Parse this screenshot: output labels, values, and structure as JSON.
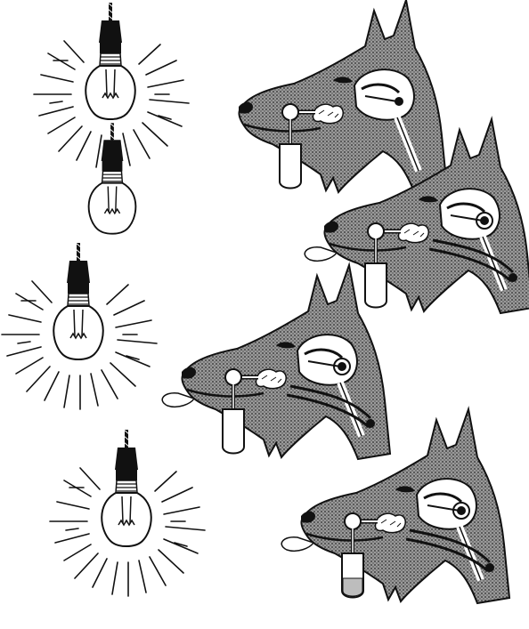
{
  "illustration": {
    "colors": {
      "ink": "#111111",
      "paper": "#ffffff",
      "fur": "#8a8a8a"
    },
    "panels": [
      {
        "bulb": "lit",
        "saliva_in_tube": false,
        "tongue_out": false
      },
      {
        "bulb": "unlit",
        "saliva_in_tube": false,
        "tongue_out": true
      },
      {
        "bulb": "lit",
        "saliva_in_tube": false,
        "tongue_out": true
      },
      {
        "bulb": "lit",
        "saliva_in_tube": true,
        "tongue_out": true
      }
    ]
  }
}
